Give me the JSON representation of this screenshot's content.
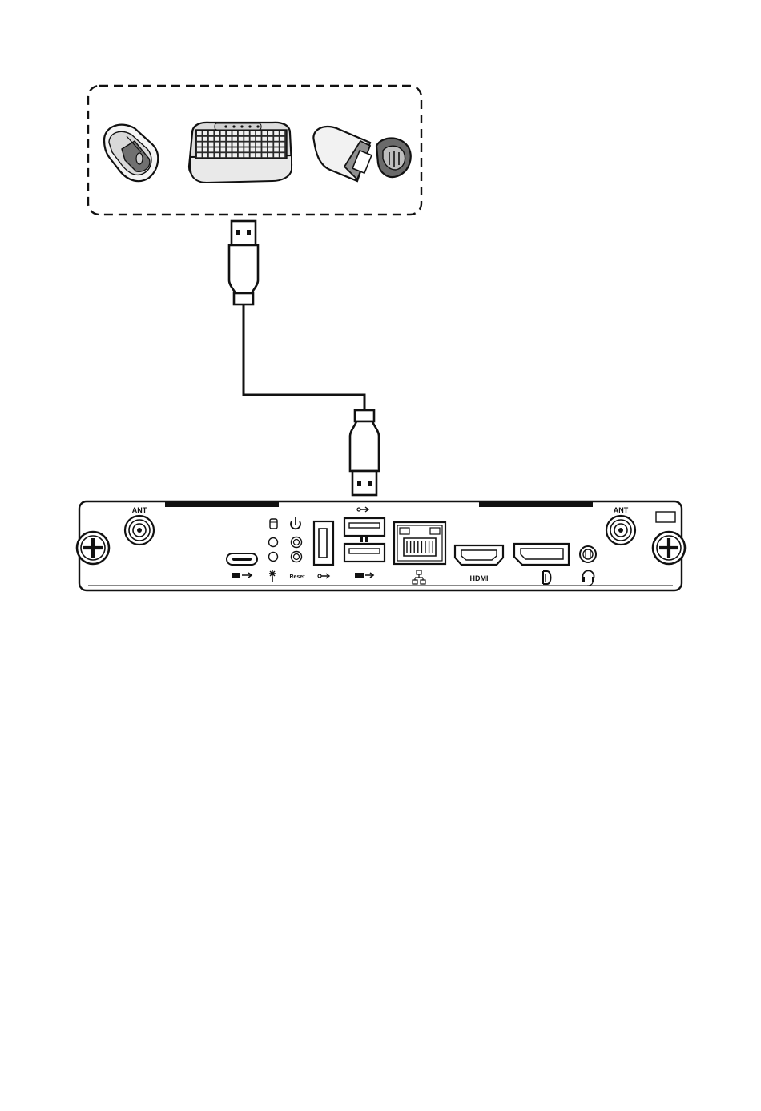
{
  "peripherals": {
    "items": [
      {
        "id": "mouse",
        "icon": "mouse-icon"
      },
      {
        "id": "keyboard",
        "icon": "keyboard-icon"
      },
      {
        "id": "flash-drive",
        "icon": "usb-flash-drive-icon"
      }
    ]
  },
  "panel": {
    "ant_left_label": "ANT",
    "ant_right_label": "ANT",
    "reset_label": "Reset",
    "hdmi_label": "HDMI",
    "icons": [
      "antenna-connector-icon",
      "usb-c-port-icon",
      "storage-led-icon",
      "power-icon",
      "led-indicator-icon",
      "usb-a-port-icon",
      "ethernet-port-icon",
      "hdmi-port-icon",
      "displayport-icon",
      "audio-jack-icon",
      "headset-icon",
      "mounting-screw-icon"
    ]
  },
  "colors": {
    "line": "#111111",
    "fill_light": "#e6e6e6",
    "fill_mid": "#8a8a8a",
    "fill_dark": "#555555"
  }
}
